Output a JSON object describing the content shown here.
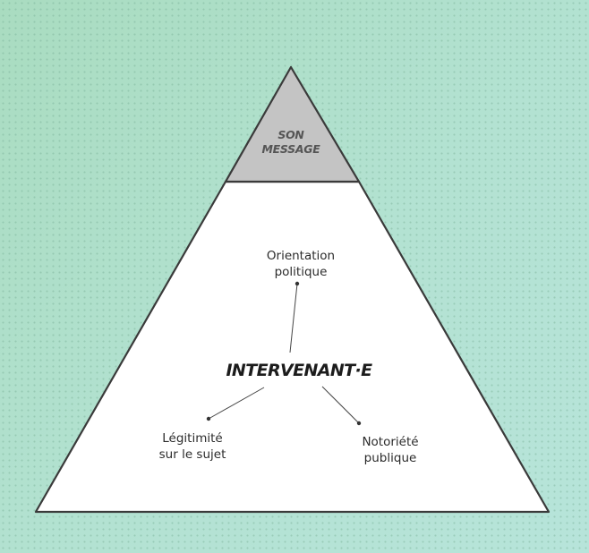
{
  "pyramid": {
    "top_line1": "SON",
    "top_line2": "MESSAGE",
    "center": "INTERVENANT·E"
  },
  "factors": {
    "orientation_line1": "Orientation",
    "orientation_line2": "politique",
    "legitimite_line1": "Légitimité",
    "legitimite_line2": "sur le sujet",
    "notoriete_line1": "Notoriété",
    "notoriete_line2": "publique"
  },
  "colors": {
    "top_fill": "#c4c4c4",
    "body_fill": "#ffffff",
    "outline": "#3a3a3a"
  }
}
